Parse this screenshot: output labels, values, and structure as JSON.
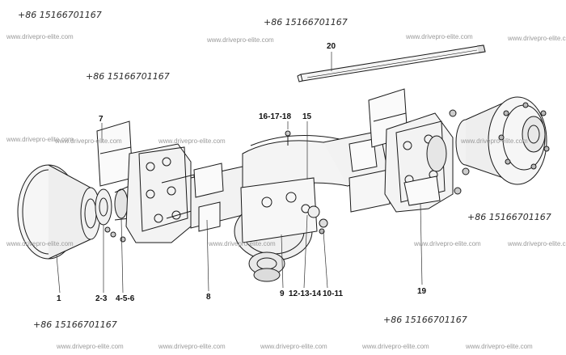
{
  "watermark": {
    "phone": "+86 15166701167",
    "site": "www.drivepro-elite.com"
  },
  "callouts": [
    "1",
    "2-3",
    "4-5-6",
    "7",
    "8",
    "9",
    "12-13-14",
    "10-11",
    "15",
    "16-17-18",
    "19",
    "20"
  ]
}
